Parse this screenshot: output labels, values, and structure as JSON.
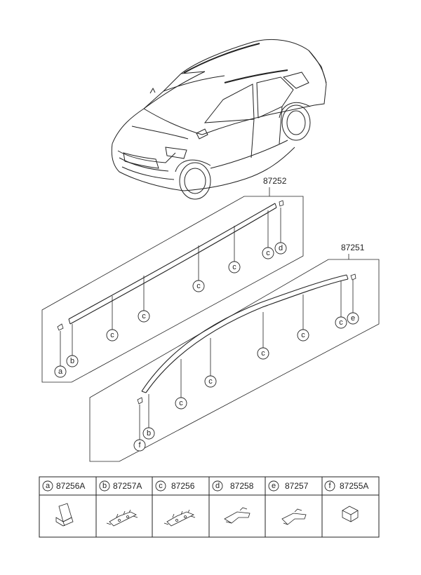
{
  "assembly_labels": {
    "upper": "87252",
    "lower": "87251"
  },
  "callout_letters": {
    "a": "a",
    "b": "b",
    "c": "c",
    "d": "d",
    "e": "e",
    "f": "f"
  },
  "legend": [
    {
      "letter": "a",
      "part": "87256A"
    },
    {
      "letter": "b",
      "part": "87257A"
    },
    {
      "letter": "c",
      "part": "87256"
    },
    {
      "letter": "d",
      "part": "87258"
    },
    {
      "letter": "e",
      "part": "87257"
    },
    {
      "letter": "f",
      "part": "87255A"
    }
  ]
}
